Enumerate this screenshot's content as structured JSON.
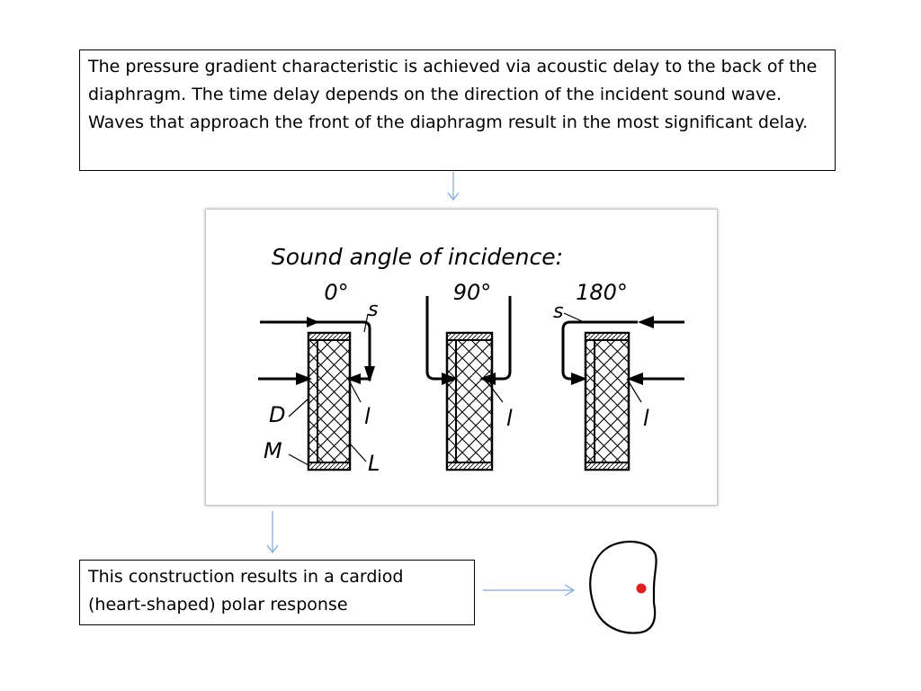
{
  "top_box": {
    "text": "The pressure gradient characteristic is achieved via acoustic delay to the back of the diaphragm. The time delay depends on the direction of the incident sound wave. Waves that approach the front of the diaphragm result in the most significant delay."
  },
  "figure": {
    "title": "Sound angle of incidence:",
    "angle_0": "0°",
    "angle_90": "90°",
    "angle_180": "180°",
    "label_s_left": "s",
    "label_s_right": "s",
    "label_l_left": "l",
    "label_l_mid": "l",
    "label_l_right": "l",
    "label_D": "D",
    "label_M": "M",
    "label_L": "L"
  },
  "bottom_box": {
    "text": "This construction results in a cardiod (heart-shaped) polar response"
  },
  "colors": {
    "connector_arrow": "#7fa7d6",
    "cardioid_point": "#e02020"
  },
  "icons": [
    "cardioid-polar-icon",
    "down-arrow-icon",
    "right-arrow-icon"
  ]
}
